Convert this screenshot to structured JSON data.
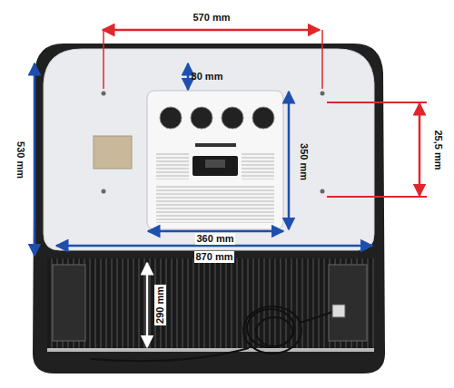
{
  "diagram": {
    "labels": [
      "570 mm",
      "80 mm",
      "25,5 mm",
      "530 mm",
      "350 mm",
      "360 mm",
      "870 mm",
      "290 mm"
    ]
  }
}
